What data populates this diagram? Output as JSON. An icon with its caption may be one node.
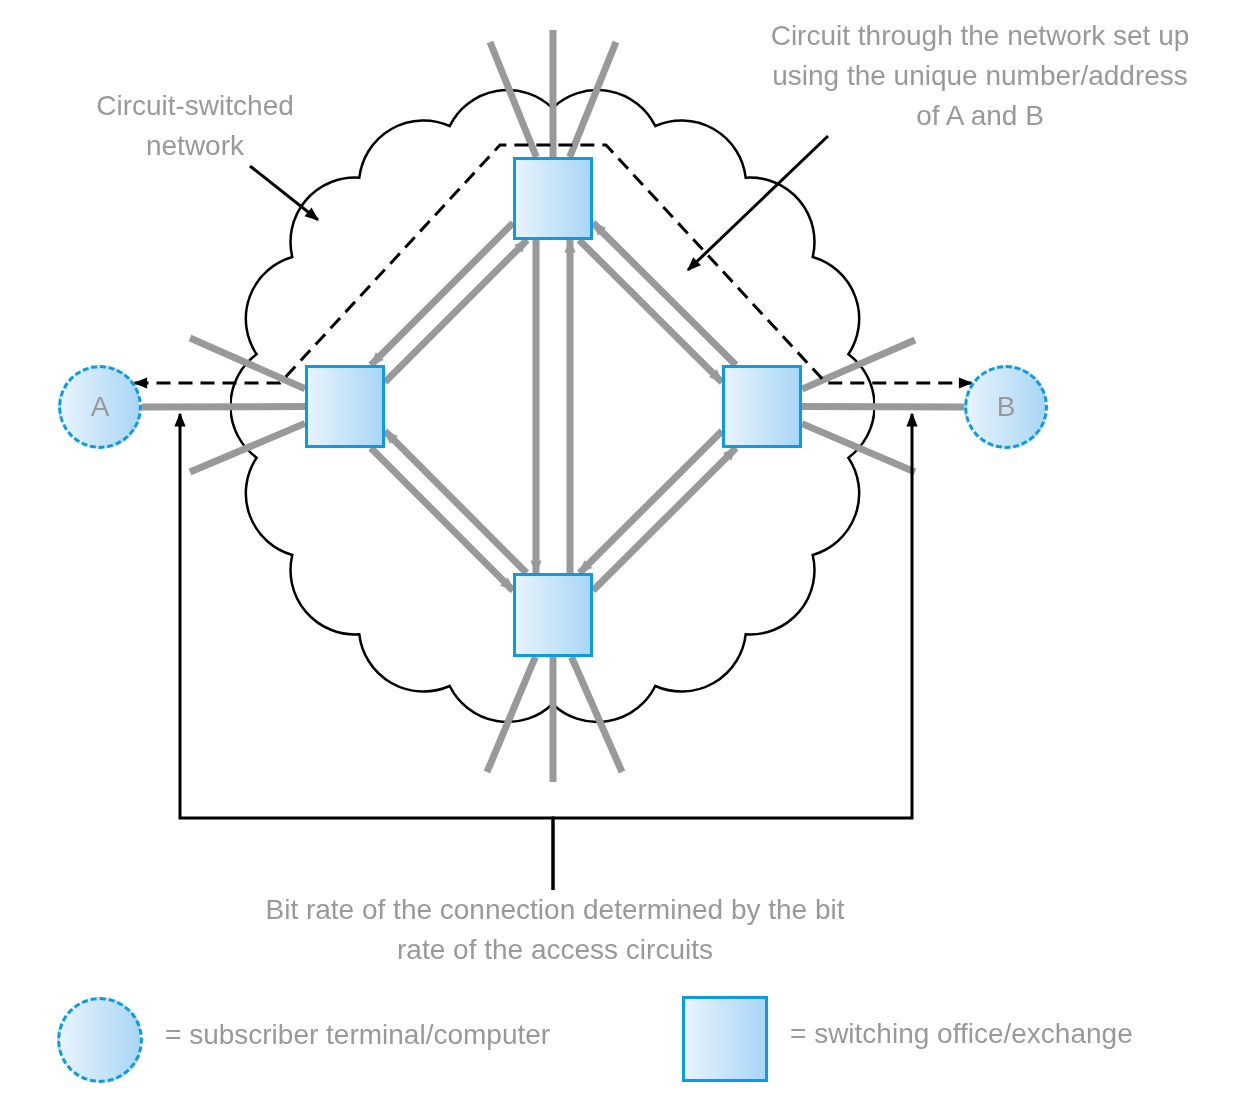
{
  "diagram": {
    "nodes": [
      {
        "text": [],
        "shape": "cloud"
      },
      {
        "text": [
          "A"
        ]
      },
      {
        "text": [
          "B"
        ]
      },
      {
        "text": [],
        "shape": "box",
        "in": 0
      },
      {
        "text": [],
        "shape": "box",
        "in": 0
      },
      {
        "text": [],
        "shape": "box",
        "in": 0
      },
      {
        "text": [],
        "shape": "box",
        "in": 0
      },
      {
        "text": [
          "Circuit-switched network"
        ]
      },
      {
        "text": [
          "Circuit through the network set up using the unique number/address of A and B"
        ]
      },
      {
        "text": [
          "Bit rate of the connection determined by the bit rate of the access circuits"
        ]
      }
    ],
    "edges": [
      {
        "from": 1,
        "to": 4,
        "arrow": "none"
      },
      {
        "from": 4,
        "to": 3,
        "arrow": "to"
      },
      {
        "from": 3,
        "to": 4,
        "arrow": "to"
      },
      {
        "from": 4,
        "to": 6,
        "arrow": "to"
      },
      {
        "from": 6,
        "to": 4,
        "arrow": "to"
      },
      {
        "from": 3,
        "to": 6,
        "arrow": "to"
      },
      {
        "from": 6,
        "to": 3,
        "arrow": "to"
      },
      {
        "from": 3,
        "to": 5,
        "arrow": "to"
      },
      {
        "from": 5,
        "to": 3,
        "arrow": "to"
      },
      {
        "from": 6,
        "to": 5,
        "arrow": "to"
      },
      {
        "from": 5,
        "to": 6,
        "arrow": "to"
      },
      {
        "from": 5,
        "to": 2,
        "arrow": "none"
      },
      {
        "from": 3,
        "to": null,
        "arrow": "none"
      },
      {
        "from": 3,
        "to": null,
        "arrow": "none"
      },
      {
        "from": 3,
        "to": null,
        "arrow": "none"
      },
      {
        "from": 4,
        "to": null,
        "arrow": "none"
      },
      {
        "from": 4,
        "to": null,
        "arrow": "none"
      },
      {
        "from": 5,
        "to": null,
        "arrow": "none"
      },
      {
        "from": 5,
        "to": null,
        "arrow": "none"
      },
      {
        "from": 6,
        "to": null,
        "arrow": "none"
      },
      {
        "from": 6,
        "to": null,
        "arrow": "none"
      },
      {
        "from": 6,
        "to": null,
        "arrow": "none"
      },
      {
        "from": 1,
        "to": 2,
        "arrow": "both",
        "style": "dashed",
        "color": "#000000"
      },
      {
        "from": 7,
        "to": 0,
        "arrow": "to",
        "color": "#000000"
      },
      {
        "from": 8,
        "to": null,
        "arrow": "to",
        "color": "#000000"
      },
      {
        "from": 9,
        "to": null,
        "arrow": "to",
        "color": "#000000"
      },
      {
        "from": 9,
        "to": null,
        "arrow": "to",
        "color": "#000000"
      }
    ],
    "legend": [
      {
        "text": "= subscriber terminal/computer"
      },
      {
        "text": "= switching office/exchange"
      }
    ]
  }
}
